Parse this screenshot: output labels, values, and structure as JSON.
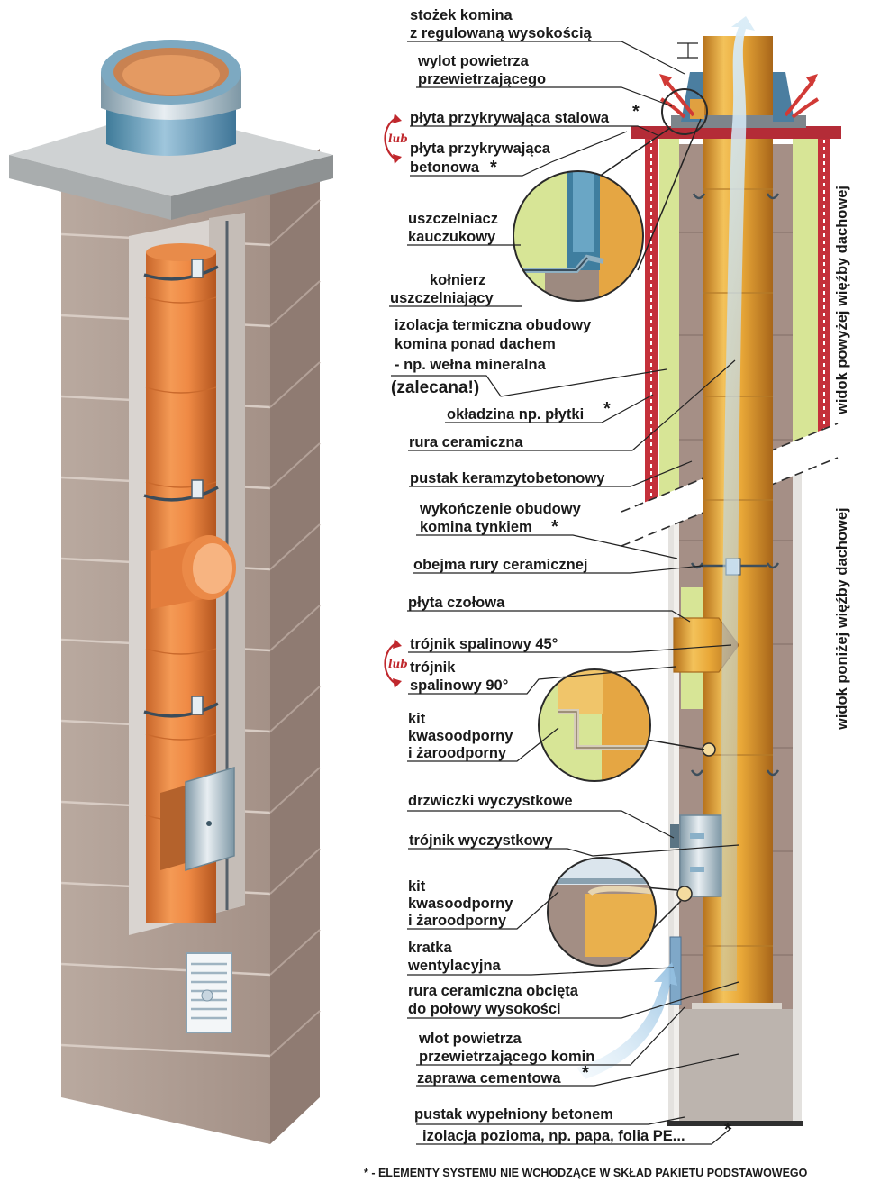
{
  "labels": {
    "stozek_1": "stożek komina",
    "stozek_2": "z regulowaną wysokością",
    "wylot_1": "wylot powietrza",
    "wylot_2": "przewietrzającego",
    "plyta_stal": "płyta przykrywająca stalowa",
    "plyta_bet_1": "płyta przykrywająca",
    "plyta_bet_2": "betonowa",
    "uszcz_1": "uszczelniacz",
    "uszcz_2": "kauczukowy",
    "kolnierz_1": "kołnierz",
    "kolnierz_2": "uszczelniający",
    "izol_1": "izolacja termiczna obudowy",
    "izol_2": "komina ponad dachem",
    "izol_3": "- np. wełna mineralna",
    "izol_4": "(zalecana!)",
    "okladzina": "okładzina np. płytki",
    "rura": "rura ceramiczna",
    "pustak": "pustak keramzytobetonowy",
    "wyk_1": "wykończenie obudowy",
    "wyk_2": "komina tynkiem",
    "obejma": "obejma rury ceramicznej",
    "plyta_czol": "płyta czołowa",
    "troj45": "trójnik spalinowy 45°",
    "troj90_1": "trójnik",
    "troj90_2": "spalinowy 90°",
    "kit1_1": "kit",
    "kit1_2": "kwasoodporny",
    "kit1_3": "i żaroodporny",
    "drzwiczki": "drzwiczki wyczystkowe",
    "troj_wycz": "trójnik wyczystkowy",
    "kit2_1": "kit",
    "kit2_2": "kwasoodporny",
    "kit2_3": "i żaroodporny",
    "kratka_1": "kratka",
    "kratka_2": "wentylacyjna",
    "obcieta_1": "rura ceramiczna obcięta",
    "obcieta_2": "do połowy wysokości",
    "wlot_1": "wlot powietrza",
    "wlot_2": "przewietrzającego komin",
    "zaprawa": "zaprawa cementowa",
    "pustak_bet": "pustak wypełniony betonem",
    "izol_poz": "izolacja pozioma, np. papa, folia PE...",
    "star": "*",
    "lub": "lub"
  },
  "side_labels": {
    "above": "widok powyżej więźby dachowej",
    "below": "widok poniżej więźby dachowej"
  },
  "footnote": "* - ELEMENTY SYSTEMU NIE WCHODZĄCE W SKŁAD PAKIETU PODSTAWOWEGO",
  "colors": {
    "ceramic_pipe": "#e8a53a",
    "ceramic_pipe_3d": "#e9833f",
    "block": "#a8958b",
    "insulation": "#d8e69a",
    "cladding": "#c4303a",
    "steel": "#5f93ad",
    "accent_arrow": "#d13a36"
  }
}
